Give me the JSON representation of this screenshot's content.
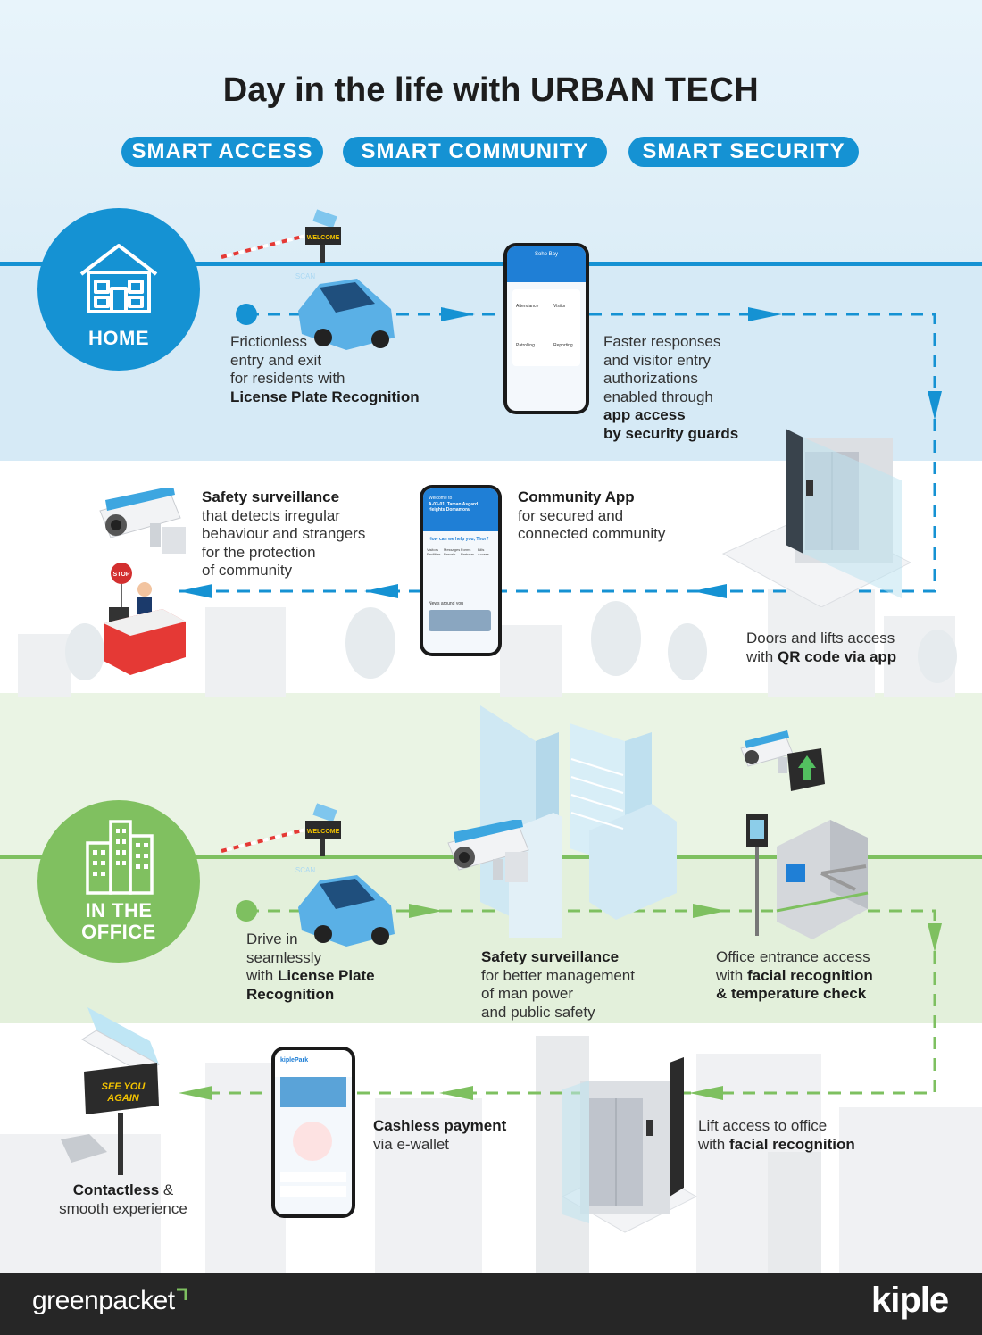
{
  "title": {
    "prefix": "Day in the life with",
    "bold": "URBAN TECH"
  },
  "pills": [
    "SMART ACCESS",
    "SMART COMMUNITY",
    "SMART SECURITY"
  ],
  "sections": {
    "home": "HOME",
    "office_line1": "IN THE",
    "office_line2": "OFFICE"
  },
  "home_steps": {
    "lpr": {
      "l1": "Frictionless",
      "l2": "entry and exit",
      "l3": "for residents with",
      "bold": "License Plate Recognition"
    },
    "guards": {
      "l1": "Faster responses",
      "l2": "and visitor entry",
      "l3": "authorizations",
      "l4": "enabled through",
      "b1": "app access",
      "b2": "by security guards"
    },
    "doors": {
      "l1": "Doors and lifts access",
      "pre": "with ",
      "bold": "QR code via app"
    },
    "community": {
      "bold": "Community App",
      "l1": "for secured and",
      "l2": "connected community"
    },
    "surveillance": {
      "bold": "Safety surveillance",
      "l1": "that detects irregular",
      "l2": "behaviour and strangers",
      "l3": "for the protection",
      "l4": "of community"
    }
  },
  "office_steps": {
    "drive": {
      "l1": "Drive in",
      "l2": "seamlessly",
      "pre": "with ",
      "b1": "License Plate",
      "b2": "Recognition"
    },
    "surveillance": {
      "bold": "Safety surveillance",
      "l1": "for better management",
      "l2": "of man power",
      "l3": "and public safety"
    },
    "entrance": {
      "l1": "Office entrance access",
      "pre": "with ",
      "b1": "facial recognition",
      "b2": "& temperature check"
    },
    "lift": {
      "l1": "Lift access to office",
      "pre": "with ",
      "bold": "facial recognition"
    },
    "payment": {
      "bold": "Cashless payment",
      "l1": "via e-wallet"
    },
    "contactless": {
      "bold": "Contactless",
      "post": " &",
      "l1": "smooth experience"
    }
  },
  "signs": {
    "welcome": "WELCOME",
    "scan": "SCAN",
    "stop": "STOP",
    "see_you": "SEE YOU",
    "again": "AGAIN"
  },
  "phones": {
    "app1": {
      "title": "Soho Bay",
      "items": [
        "Attendance",
        "Visitor",
        "Patrolling",
        "Reporting"
      ]
    },
    "app2": {
      "welcome": "Welcome to",
      "unit": "A-03-01, Taman Asgard Heights Domamora",
      "help": "How can we help you, Thor?",
      "icons": [
        "Visitors",
        "Messages",
        "Forms",
        "Bills",
        "Facilities",
        "Parcels",
        "Partners",
        "Access"
      ],
      "news": "News around you"
    },
    "app3": {
      "brand": "kiplePark"
    }
  },
  "footer": {
    "left": "greenpacket",
    "right": "kiple"
  },
  "colors": {
    "blue": "#1592d3",
    "green": "#7ec060",
    "dark": "#262626"
  },
  "icons": [
    "house-icon",
    "office-buildings-icon",
    "cctv-camera-icon",
    "barrier-gate-icon",
    "car-icon",
    "smartphone-icon",
    "lift-icon",
    "turnstile-icon",
    "arrow-up-sign-icon"
  ]
}
